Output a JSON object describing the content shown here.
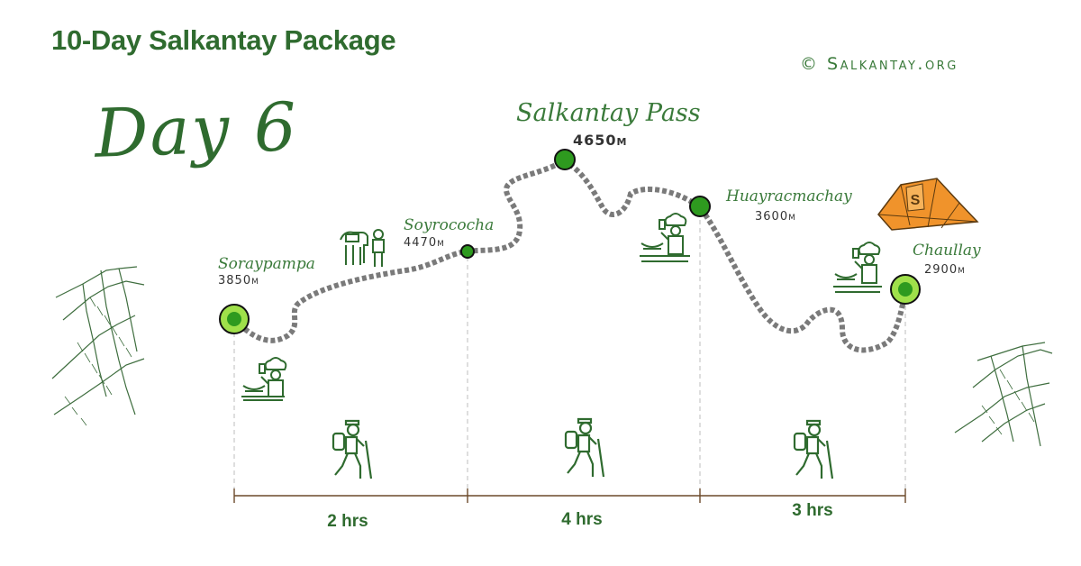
{
  "header": {
    "title": "10-Day Salkantay Package",
    "copyright": "© Salkantay.org",
    "day": "Day 6"
  },
  "waypoints": [
    {
      "name": "Soraypampa",
      "elevation": "3850m"
    },
    {
      "name": "Soyrococha",
      "elevation": "4470m"
    },
    {
      "name": "Salkantay Pass",
      "elevation": "4650m"
    },
    {
      "name": "Huayracmachay",
      "elevation": "3600m"
    },
    {
      "name": "Chaullay",
      "elevation": "2900m"
    }
  ],
  "segments": [
    {
      "duration": "2 hrs"
    },
    {
      "duration": "4 hrs"
    },
    {
      "duration": "3 hrs"
    }
  ],
  "logo": {
    "letter": "S"
  },
  "colors": {
    "brand_green": "#2f6b2f",
    "node_light": "#9fe04a",
    "node_dark": "#2e9a1f",
    "trail": "#7a7a7a",
    "logo_orange": "#f0932b"
  },
  "icons": [
    "chef-icon",
    "camp-cook-icon",
    "horse-muleteer-icon",
    "hiker-icon",
    "salkantay-logo-icon",
    "mountain-sketch-icon"
  ]
}
